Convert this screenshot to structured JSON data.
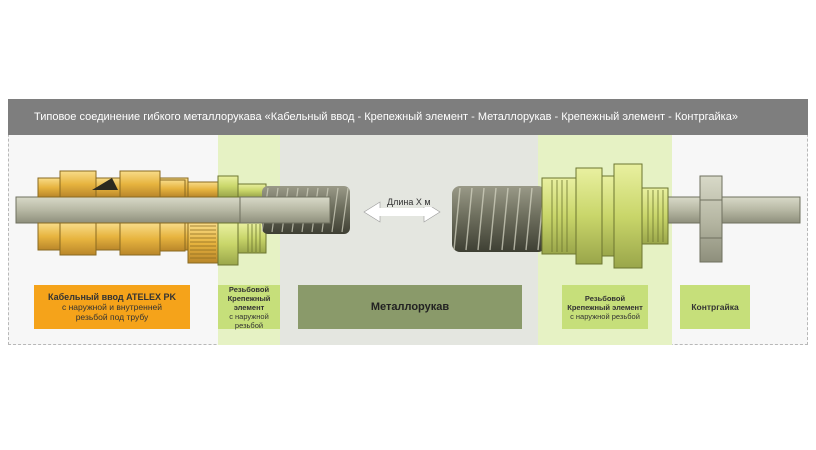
{
  "title": "Типовое соединение гибкого металлорукава  «Кабельный ввод - Крепежный элемент - Металлорукав - Крепежный элемент - Контргайка»",
  "length_label": "Длина X м",
  "labels": {
    "cable_entry": {
      "line1": "Кабельный ввод ATELEX PK",
      "line2": "с наружной и внутренней",
      "line3": "резьбой под трубу"
    },
    "fitting_left": {
      "line1": "Резьбовой",
      "line2": "Крепежный элемент",
      "line3": "с наружной резьбой"
    },
    "hose": {
      "line1": "Металлорукав"
    },
    "fitting_right": {
      "line1": "Резьбовой",
      "line2": "Крепежный элемент",
      "line3": "с наружной резьбой"
    },
    "locknut": {
      "line1": "Контргайка"
    }
  },
  "colors": {
    "title_bg": "#7e7e7e",
    "orange": "#f5a31a",
    "light_green": "#e6f2c4",
    "olive_label": "#8a9a6a",
    "hose_zone": "#e4e6e0",
    "brass": "#e8b84a",
    "cable": "#b8b9a6"
  }
}
